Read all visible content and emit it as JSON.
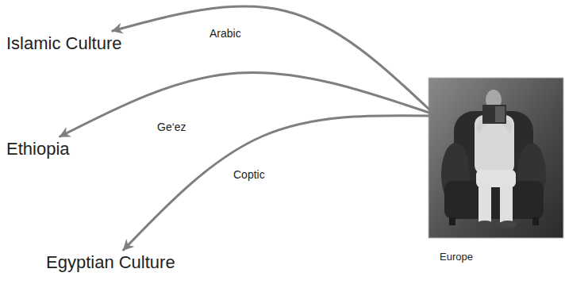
{
  "diagram": {
    "nodes": [
      {
        "text": [
          "Islamic Culture"
        ]
      },
      {
        "text": [
          "Ethiopia"
        ]
      },
      {
        "text": [
          "Egyptian Culture"
        ]
      },
      {
        "text": [
          "Europe"
        ]
      }
    ],
    "edges": [
      {
        "from": 3,
        "to": 0,
        "arrow": "to",
        "label": "Arabic"
      },
      {
        "from": 3,
        "to": 1,
        "arrow": "to",
        "label": "Ge‘ez"
      },
      {
        "from": 3,
        "to": 2,
        "arrow": "to",
        "label": "Coptic"
      }
    ]
  }
}
